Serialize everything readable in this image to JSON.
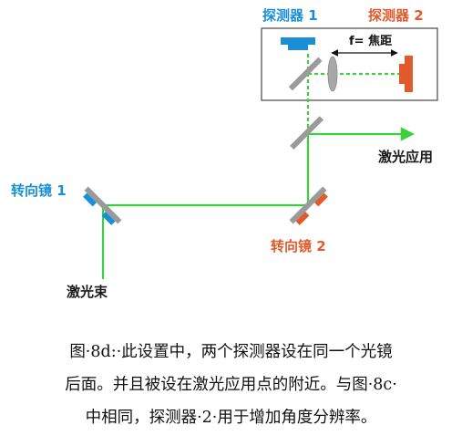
{
  "labels": {
    "detector1": "探测器 1",
    "detector2": "探测器 2",
    "focal": "f= 焦距",
    "laser_app": "激光应用",
    "mirror1": "转向镜 1",
    "mirror2": "转向镜 2",
    "laser_beam": "激光束"
  },
  "caption": {
    "line1": "图·8d:·此设置中，两个探测器设在同一个光镜",
    "line2": "后面。并且被设在激光应用点的附近。与图·8c·",
    "line3": "中相同，探测器·2·用于增加角度分辨率。"
  },
  "colors": {
    "beam": "#3ecf3e",
    "blue": "#1a8fd6",
    "red": "#e05a2b",
    "mirror": "#9a9a9a"
  }
}
